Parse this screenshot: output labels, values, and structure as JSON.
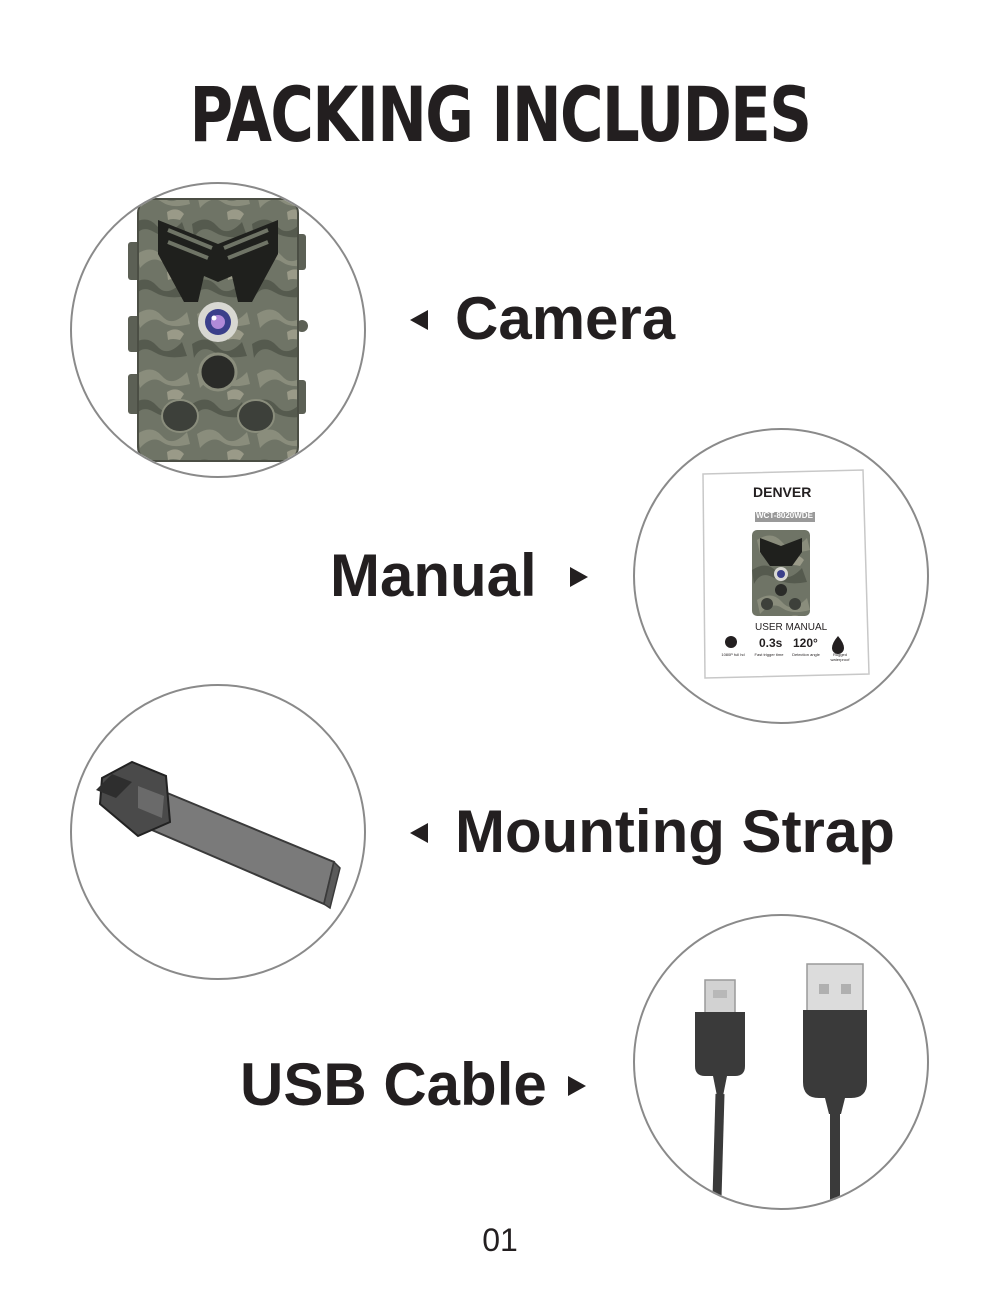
{
  "page": {
    "title": "PACKING INCLUDES",
    "page_number": "01"
  },
  "items": [
    {
      "label": "Camera",
      "image": "trail-camera-camo",
      "arrow": "left-pointing"
    },
    {
      "label": "Manual",
      "image": "user-manual-booklet",
      "arrow": "right-pointing"
    },
    {
      "label": "Mounting Strap",
      "image": "mounting-strap-with-buckle",
      "arrow": "left-pointing"
    },
    {
      "label": "USB Cable",
      "image": "micro-usb-to-usb-a-cable",
      "arrow": "right-pointing"
    }
  ],
  "manual_cover": {
    "brand": "DENVER",
    "model": "WCT-8020WDE",
    "subtitle": "USER MANUAL",
    "features": [
      {
        "icon": "hd-icon",
        "value": "",
        "caption": "1080P full hd"
      },
      {
        "icon": "",
        "value": "0.3s",
        "caption": "Fast trigger time"
      },
      {
        "icon": "",
        "value": "120°",
        "caption": "Detection angle"
      },
      {
        "icon": "water-drop-icon",
        "value": "",
        "caption": "Rugged waterproof"
      }
    ]
  },
  "colors": {
    "text": "#231f20",
    "circle_border": "#8a8a8a",
    "camo_base": "#6f7466",
    "strap": "#7a7a7a",
    "cable": "#3a3a3a"
  }
}
